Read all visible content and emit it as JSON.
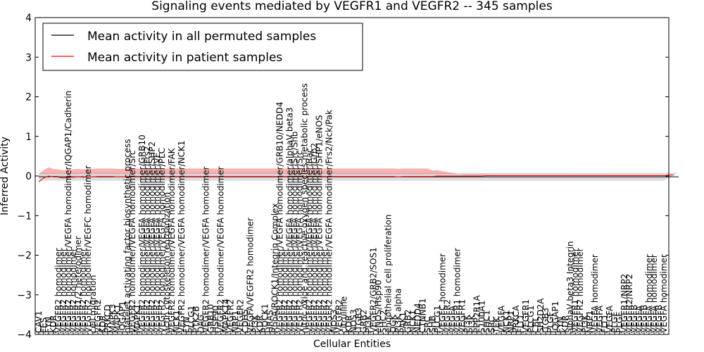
{
  "chart_data": {
    "type": "line",
    "title": "Signaling events mediated by VEGFR1 and VEGFR2 -- 345 samples",
    "xlabel": "Cellular Entities",
    "ylabel": "Inferred Activity",
    "ylim": [
      -4,
      4
    ],
    "yticks": [
      "4",
      "3",
      "2",
      "1",
      "0",
      "−1",
      "−2",
      "−3",
      "−4"
    ],
    "legend_position": "top-left",
    "colors": {
      "permuted": "#000000",
      "patient": "#ff0000",
      "patient_band": "#f08080",
      "permuted_band": "#bbbbbb"
    },
    "series": [
      {
        "name": "Mean activity in all permuted samples",
        "values": [
          -0.02,
          -0.02,
          -0.02,
          -0.01,
          -0.02,
          -0.02,
          -0.02,
          -0.02,
          -0.02,
          -0.02,
          -0.02,
          -0.02,
          -0.02,
          -0.02,
          -0.02,
          -0.02,
          -0.02,
          -0.02,
          -0.02,
          -0.02,
          -0.02,
          -0.02,
          -0.02,
          -0.02,
          -0.02,
          -0.02,
          -0.02,
          -0.02,
          -0.02,
          -0.02,
          -0.02,
          -0.02,
          -0.02,
          -0.02,
          -0.02,
          -0.02,
          -0.02,
          -0.02,
          -0.02,
          -0.02,
          -0.02,
          -0.02,
          -0.02,
          -0.02,
          -0.02,
          -0.02,
          -0.02,
          -0.02,
          -0.02,
          -0.02,
          -0.02,
          -0.02,
          -0.02,
          -0.02,
          -0.02,
          -0.02,
          -0.02,
          -0.02,
          -0.02,
          -0.02,
          -0.02,
          -0.02,
          -0.02,
          -0.02,
          -0.02,
          -0.02,
          -0.02,
          -0.02,
          -0.02,
          -0.02,
          -0.02,
          -0.02,
          -0.02,
          -0.02,
          -0.02,
          -0.02,
          -0.02,
          -0.02,
          -0.02,
          -0.02,
          -0.02,
          -0.02,
          -0.02,
          -0.02,
          -0.02,
          -0.02,
          -0.02,
          -0.02,
          -0.02,
          -0.02,
          -0.02,
          -0.02,
          -0.02,
          -0.02,
          -0.02,
          -0.02,
          -0.02,
          -0.02,
          -0.02,
          -0.02,
          -0.02,
          -0.02,
          -0.02,
          -0.02,
          -0.02,
          -0.02,
          -0.02,
          -0.02,
          -0.02,
          -0.02,
          -0.02,
          -0.02,
          -0.02,
          -0.02,
          -0.02,
          -0.02,
          -0.02,
          -0.02,
          -0.02,
          -0.02,
          -0.02,
          -0.02,
          -0.02,
          -0.02,
          -0.02,
          -0.02,
          -0.02,
          -0.02,
          -0.02,
          -0.02,
          -0.02
        ]
      },
      {
        "name": "Mean activity in patient samples",
        "values": [
          -0.15,
          -0.05,
          0.0,
          -0.02,
          -0.03,
          -0.05,
          -0.04,
          -0.03,
          -0.02,
          -0.03,
          -0.02,
          -0.02,
          -0.01,
          -0.01,
          -0.01,
          -0.01,
          -0.02,
          -0.02,
          -0.01,
          -0.01,
          -0.01,
          -0.01,
          -0.01,
          -0.01,
          -0.01,
          -0.01,
          -0.01,
          -0.01,
          -0.01,
          -0.01,
          -0.01,
          -0.01,
          -0.01,
          -0.01,
          -0.01,
          -0.01,
          -0.01,
          -0.01,
          -0.01,
          -0.01,
          -0.01,
          -0.01,
          -0.01,
          -0.01,
          -0.01,
          -0.01,
          -0.01,
          -0.01,
          -0.01,
          -0.01,
          -0.01,
          -0.01,
          -0.01,
          -0.01,
          -0.01,
          -0.01,
          -0.01,
          -0.01,
          -0.01,
          -0.01,
          -0.01,
          -0.01,
          -0.01,
          -0.01,
          -0.01,
          -0.01,
          -0.01,
          -0.01,
          -0.01,
          -0.01,
          -0.01,
          -0.01,
          -0.01,
          -0.02,
          -0.01,
          -0.01,
          -0.01,
          -0.01,
          -0.01,
          -0.01,
          -0.01,
          0.0,
          0.0,
          0.0,
          0.0,
          0.0,
          0.0,
          0.0,
          0.0,
          0.0,
          0.0,
          0.01,
          0.01,
          0.01,
          0.01,
          0.01,
          0.01,
          0.01,
          0.01,
          0.01,
          0.01,
          0.01,
          0.01,
          0.01,
          0.01,
          0.01,
          0.01,
          0.01,
          0.01,
          0.01,
          0.01,
          0.01,
          0.01,
          0.01,
          0.01,
          0.01,
          0.01,
          0.01,
          0.01,
          0.01,
          0.01,
          0.01,
          0.01,
          0.01,
          0.01,
          0.01,
          0.01,
          0.01,
          0.02,
          0.03
        ]
      }
    ],
    "patient_band_half_width": [
      0.2,
      0.2,
      0.22,
      0.2,
      0.2,
      0.2,
      0.2,
      0.2,
      0.2,
      0.2,
      0.2,
      0.2,
      0.2,
      0.2,
      0.2,
      0.2,
      0.2,
      0.2,
      0.2,
      0.2,
      0.2,
      0.2,
      0.2,
      0.2,
      0.2,
      0.2,
      0.2,
      0.2,
      0.2,
      0.2,
      0.2,
      0.2,
      0.2,
      0.2,
      0.2,
      0.2,
      0.2,
      0.2,
      0.2,
      0.2,
      0.2,
      0.2,
      0.2,
      0.2,
      0.2,
      0.2,
      0.2,
      0.2,
      0.2,
      0.2,
      0.2,
      0.2,
      0.2,
      0.2,
      0.2,
      0.2,
      0.2,
      0.2,
      0.2,
      0.2,
      0.2,
      0.2,
      0.2,
      0.2,
      0.2,
      0.2,
      0.2,
      0.2,
      0.2,
      0.2,
      0.2,
      0.2,
      0.2,
      0.2,
      0.2,
      0.2,
      0.2,
      0.2,
      0.2,
      0.2,
      0.15,
      0.15,
      0.12,
      0.1,
      0.08,
      0.05,
      0.03,
      0.02,
      0.02,
      0.02,
      0.02,
      0.02,
      0.02,
      0.02,
      0.02,
      0.02,
      0.02,
      0.02,
      0.02,
      0.02,
      0.02,
      0.02,
      0.02,
      0.02,
      0.02,
      0.02,
      0.02,
      0.02,
      0.02,
      0.02,
      0.02,
      0.02,
      0.02,
      0.02,
      0.02,
      0.02,
      0.02,
      0.02,
      0.02,
      0.02,
      0.02,
      0.02,
      0.02,
      0.02,
      0.02,
      0.02,
      0.02,
      0.02,
      0.02
    ],
    "permuted_band_half_width": 0.1,
    "categories": [
      "CAV1",
      "FES",
      "FYN",
      "KDR",
      "VEGFR2 homodimer",
      "VEGFR2 homodimer",
      "VEGFR2 homodimer/VEGFA homodimer/IQGAP1/Cadherin",
      "VEGFR2 homodimer",
      "VEGFR1/2 heterodimer",
      "VEGFR2 homodimer",
      "VEGFR2 homodimer/VEGFC homodimer",
      "cell migration",
      "VEGFR2",
      "KDR",
      "PRKCD",
      "MAPK3",
      "MAPK1",
      "IQGAP1",
      "platelet activating factor biosynthetic process",
      "VEGFR2 homodimer/VEGFA homodimer/Src",
      "MAPK1",
      "VEGFR2 homodimer/VEGFA homodimer/GRB10",
      "VEGFR2 homodimer/VEGFA homodimer/Frs2",
      "VEGFR2 homodimer/VEGFA homodimer/SHP2",
      "VEGFR2 homodimer/VEGFA homodimer/VE",
      "VEGFR2 homodimer/VEGFA homodimer/PLC",
      "actin cytoskeleton reorganization",
      "VEGFR2 homodimer/VEGFA homodimer/FAK",
      "NCK1",
      "VEGFR2 homodimer/VEGFA homodimer/NCK1",
      "FYN",
      "PLCG1",
      "PTK2B",
      "DAG",
      "VEGFR2 homodimer/VEGFA homodimer",
      "GRB10",
      "HSP90",
      "VEGFR2 homodimer/VEGFA homodimer",
      "MAPK14",
      "VEGFR2",
      "NRP1",
      "VEGFR2",
      "CDH5",
      "VEGFA/VEGFR2 homodimer",
      "PI3K",
      "KDR",
      "ROCK1",
      "HRAS",
      "RhoA/ROCK1/Integrin Complex",
      "VEGFR2 homodimer/VEGFA homodimer/GRB10/NEDD4",
      "VEGFR2 homodimer",
      "VEGFR2 homodimer/VEGFA homodimer/alphaV beta3",
      "VEGFR2 homodimer/VEGFA homodimer/Src/Shb",
      "VEGFR2 homodimer/VEGFA homodimer/Src",
      "nitric oxide and reactive oxygen species metabolic process",
      "VEGFR2 homodimer/VEGFA homodimer/Rac",
      "VEGFR2 homodimer/VEGFA homodimer/Grb2",
      "VEGFR2 homodimer/VEGFA homodimer/SHP1/eNOS",
      "VEGFR2 homodimer",
      "VEGFR2 homodimer/VEGFA homodimer/Frs2/Nck/Pak",
      "NOS3",
      "VEGFR2",
      "citrulline",
      "KDR",
      "NOS3",
      "ITGB3",
      "GRB2",
      "PI3K",
      "VEGFR2/GRB2/SOS1",
      "eNOS/Hsp90",
      "SHC2",
      "endothelial cell proliferation",
      "DGK",
      "PI3K alpha",
      "PAK1",
      "GRB2",
      "NCK1",
      "NEDD4",
      "CTNNB1",
      "SRC",
      "SHB",
      "PLCG1",
      "VEGFC homodimer",
      "VEGFR2",
      "VEGFA",
      "VEGFR1 homodimer",
      "VEGFR1",
      "PI3K",
      "PI3K",
      "PPP2R1A",
      "S100A1",
      "SHC1",
      "SRC",
      "TEK",
      "VEGFA",
      "NCK1",
      "NRP1",
      "PRKCA",
      "FLT1",
      "VEGFR1",
      "PLCG1",
      "CBL",
      "SH2D2A",
      "ITGB3",
      "PLGF",
      "IQGAP1",
      "FYN",
      "KDR",
      "alphaV beta3 Integrin",
      "VEGFR1 homodimer",
      "VEGFR2 homodimer",
      "PI3K",
      "NRP1",
      "VEGFA homodimer",
      "VEGFA",
      "FLT1",
      "VEGFA",
      "PLGF",
      "PLGF",
      "VEGFR1/NRP2",
      "VEGFR2/NRP2",
      "VEGFB",
      "VEGFA",
      "VEGFB",
      "VEGFA homodimer",
      "VEGFA homodimer",
      "VEGFB",
      "VEGFA homodimer"
    ]
  }
}
